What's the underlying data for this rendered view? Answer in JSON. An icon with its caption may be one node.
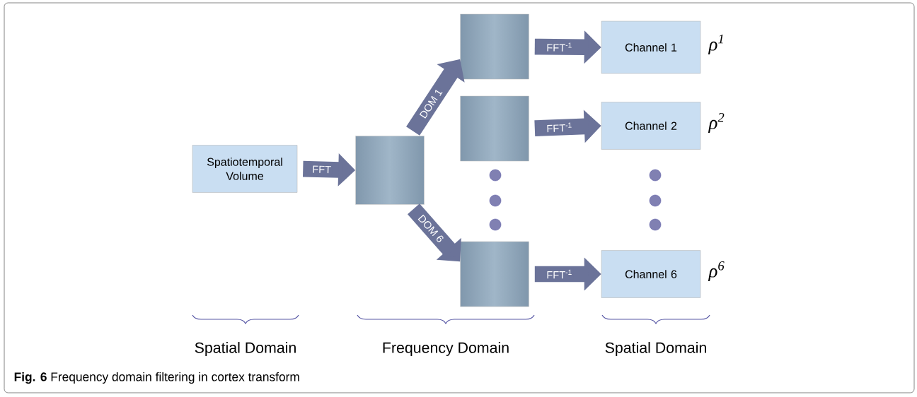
{
  "diagram": {
    "caption": "**Fig. 6** Frequency domain filtering in cortex transform",
    "nodes": [
      {
        "text": [
          "Spatiotemporal Volume"
        ]
      },
      {
        "text": [],
        "shape": "box"
      },
      {
        "text": [],
        "shape": "box"
      },
      {
        "text": [],
        "shape": "box"
      },
      {
        "text": [],
        "shape": "box"
      },
      {
        "text": [
          "Channel 1"
        ],
        "beside": [
          "ρ$^{1}$"
        ]
      },
      {
        "text": [
          "Channel 2"
        ],
        "beside": [
          "ρ$^{2}$"
        ]
      },
      {
        "text": [
          "Channel 6"
        ],
        "beside": [
          "ρ$^{6}$"
        ]
      }
    ],
    "edges": [
      {
        "from": 0,
        "to": 1,
        "arrow": "to",
        "label": "FFT"
      },
      {
        "from": 1,
        "to": 2,
        "arrow": "to",
        "label": "DOM 1"
      },
      {
        "from": 1,
        "to": 4,
        "arrow": "to",
        "label": "DOM 6"
      },
      {
        "from": 2,
        "to": 5,
        "arrow": "to",
        "label": "FFT$^{-1}$"
      },
      {
        "from": 3,
        "to": 6,
        "arrow": "to",
        "label": "FFT$^{-1}$"
      },
      {
        "from": 4,
        "to": 7,
        "arrow": "to",
        "label": "FFT$^{-1}$"
      }
    ],
    "labels": [
      "Spatial Domain",
      "Frequency Domain",
      "Spatial Domain"
    ]
  }
}
